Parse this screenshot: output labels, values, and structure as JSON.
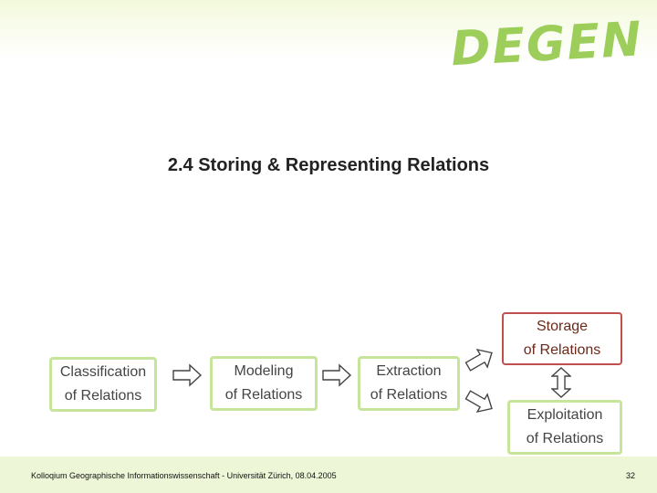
{
  "slide": {
    "logo_text": "DEGEN",
    "title": "2.4 Storing & Representing Relations",
    "boxes": {
      "classification": [
        "Classification",
        "of Relations"
      ],
      "modeling": [
        "Modeling",
        "of Relations"
      ],
      "extraction": [
        "Extraction",
        "of Relations"
      ],
      "storage": [
        "Storage",
        "of Relations"
      ],
      "exploitation": [
        "Exploitation",
        "of Relations"
      ]
    },
    "footer_text": "Kolloqium Geographische Informationswissenschaft - Universität Zürich, 08.04.2005",
    "page_number": "32"
  },
  "colors": {
    "accent_green": "#8cc63f",
    "box_border_green": "#c6e49a",
    "highlight_border": "#c0504d",
    "footer_bg": "#eef6d8"
  }
}
